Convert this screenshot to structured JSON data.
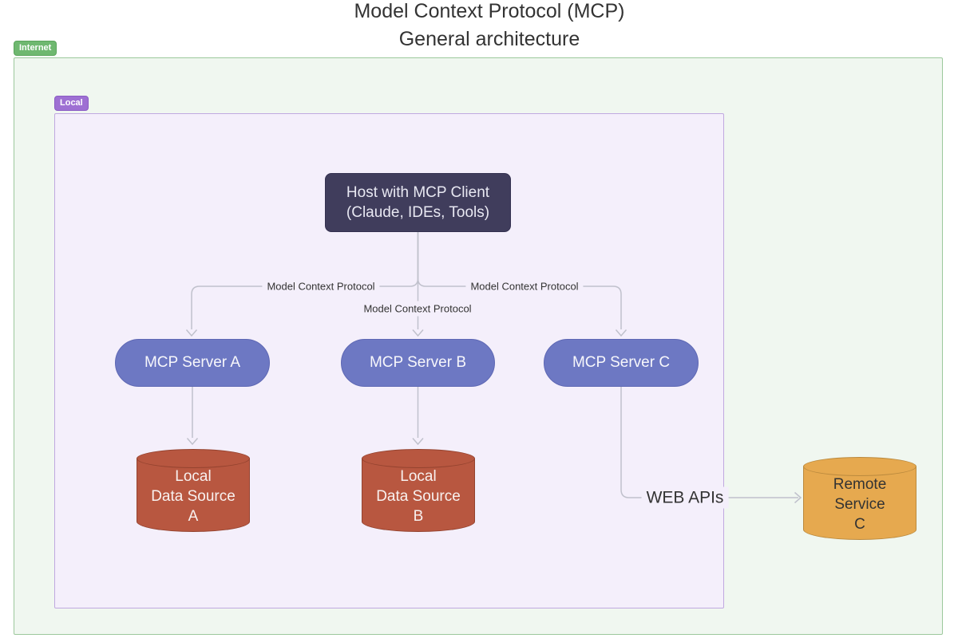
{
  "title": {
    "line1": "Model Context Protocol (MCP)",
    "line2": "General architecture"
  },
  "clusters": {
    "internet": {
      "label": "Internet"
    },
    "local": {
      "label": "Local"
    }
  },
  "nodes": {
    "host": {
      "line1": "Host with MCP Client",
      "line2": "(Claude, IDEs, Tools)"
    },
    "server_a": {
      "label": "MCP Server A"
    },
    "server_b": {
      "label": "MCP Server B"
    },
    "server_c": {
      "label": "MCP Server C"
    },
    "source_a": {
      "line1": "Local",
      "line2": "Data Source",
      "line3": "A"
    },
    "source_b": {
      "line1": "Local",
      "line2": "Data Source",
      "line3": "B"
    },
    "remote_c": {
      "line1": "Remote",
      "line2": "Service",
      "line3": "C"
    }
  },
  "edge_labels": {
    "host_to_server_a": "Model Context Protocol",
    "host_to_server_b": "Model Context Protocol",
    "host_to_server_c": "Model Context Protocol",
    "server_c_to_remote": "WEB APIs"
  },
  "colors": {
    "host_fill": "#403d5c",
    "server_fill": "#6d78c3",
    "local_source_fill": "#b85740",
    "remote_service_fill": "#e6a94f",
    "internet_badge": "#6fb870",
    "local_badge": "#9e70d3",
    "internet_bg": "#f0f7f0",
    "local_bg": "#f4effb",
    "edge_line": "#c0c1cc",
    "text_dark": "#333333"
  }
}
